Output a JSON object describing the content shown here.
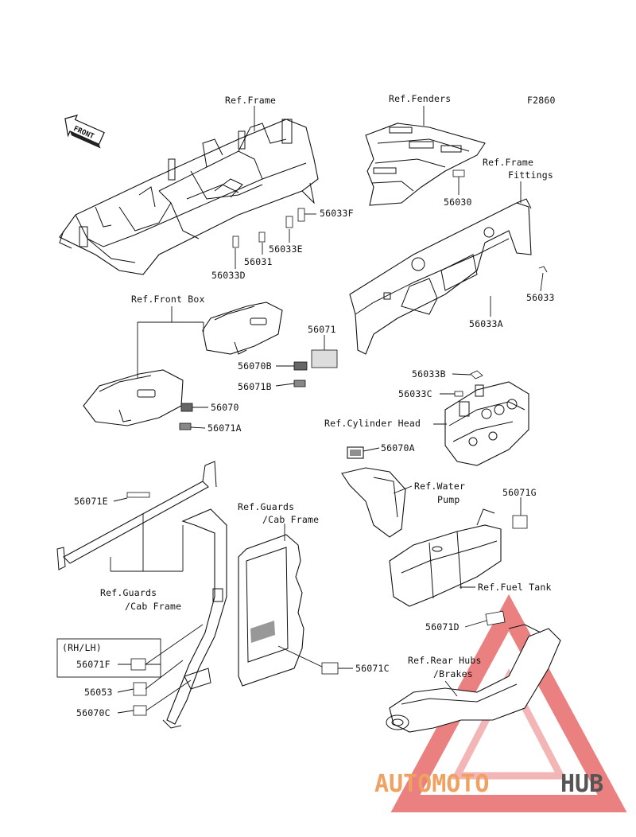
{
  "figure_code": "F2860",
  "front_arrow": "FRONT",
  "brand": {
    "left": "AUTOMOTO",
    "right": "HUB",
    "left_color": "#f0a060",
    "right_color": "#555555",
    "mark_color": "#e23b3b"
  },
  "labels": {
    "ref_frame": "Ref.Frame",
    "ref_fenders": "Ref.Fenders",
    "ref_frame_fittings_1": "Ref.Frame",
    "ref_frame_fittings_2": "Fittings",
    "ref_front_box": "Ref.Front Box",
    "ref_cylinder_head": "Ref.Cylinder Head",
    "ref_water_pump_1": "Ref.Water",
    "ref_water_pump_2": "Pump",
    "ref_guards_1": "Ref.Guards",
    "ref_guards_2": "/Cab Frame",
    "ref_guards_b1": "Ref.Guards",
    "ref_guards_b2": "/Cab Frame",
    "ref_fuel_tank": "Ref.Fuel Tank",
    "ref_rear_hubs_1": "Ref.Rear Hubs",
    "ref_rear_hubs_2": "/Brakes",
    "rh_lh": "(RH/LH)"
  },
  "parts": {
    "p56033F": "56033F",
    "p56033E": "56033E",
    "p56031": "56031",
    "p56033D": "56033D",
    "p56030": "56030",
    "p56033": "56033",
    "p56033A": "56033A",
    "p56071": "56071",
    "p56070B": "56070B",
    "p56071B": "56071B",
    "p56070": "56070",
    "p56071A": "56071A",
    "p56033B": "56033B",
    "p56033C": "56033C",
    "p56070A": "56070A",
    "p56071G": "56071G",
    "p56071E": "56071E",
    "p56071D": "56071D",
    "p56071F": "56071F",
    "p56053": "56053",
    "p56070C": "56070C",
    "p56071C": "56071C"
  }
}
